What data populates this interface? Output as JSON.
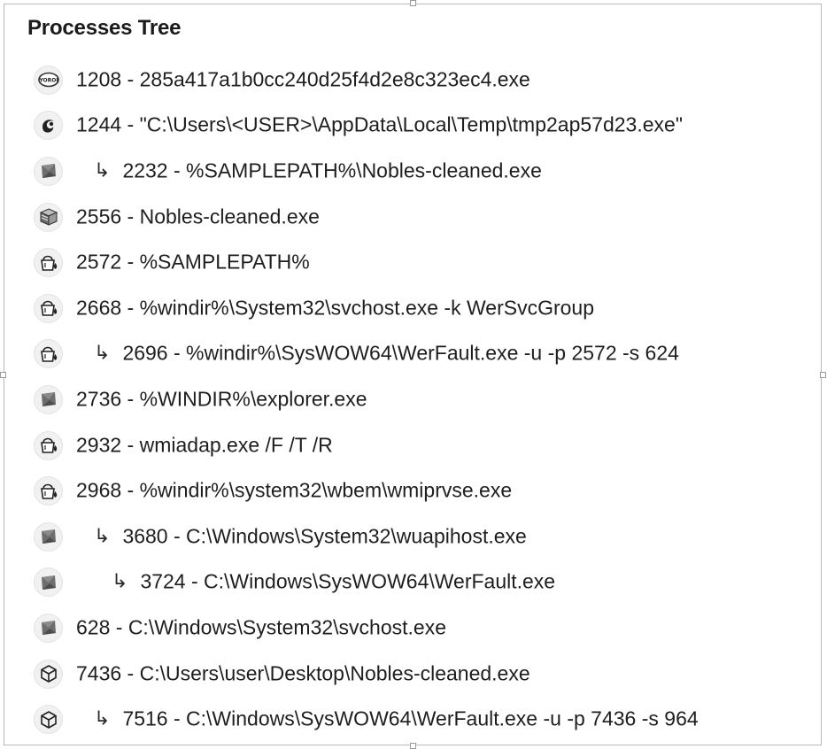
{
  "panel": {
    "title": "Processes Tree"
  },
  "processes": [
    {
      "label": "1208 - 285a417a1b0cc240d25f4d2e8c323ec4.exe",
      "depth": 0,
      "icon": "yoroi-icon"
    },
    {
      "label": "1244 - \"C:\\Users\\<USER>\\AppData\\Local\\Temp\\tmp2ap57d23.exe\"",
      "depth": 0,
      "icon": "swirl-icon"
    },
    {
      "label": "2232 - %SAMPLEPATH%\\Nobles-cleaned.exe",
      "depth": 1,
      "icon": "window-icon"
    },
    {
      "label": "2556 - Nobles-cleaned.exe",
      "depth": 0,
      "icon": "package-icon"
    },
    {
      "label": "2572 - %SAMPLEPATH%",
      "depth": 0,
      "icon": "bucket-icon"
    },
    {
      "label": "2668 - %windir%\\System32\\svchost.exe -k WerSvcGroup",
      "depth": 0,
      "icon": "bucket-icon"
    },
    {
      "label": "2696 - %windir%\\SysWOW64\\WerFault.exe -u -p 2572 -s 624",
      "depth": 1,
      "icon": "bucket-icon"
    },
    {
      "label": "2736 - %WINDIR%\\explorer.exe",
      "depth": 0,
      "icon": "window-icon"
    },
    {
      "label": "2932 - wmiadap.exe /F /T /R",
      "depth": 0,
      "icon": "bucket-icon"
    },
    {
      "label": "2968 - %windir%\\system32\\wbem\\wmiprvse.exe",
      "depth": 0,
      "icon": "bucket-icon"
    },
    {
      "label": "3680 - C:\\Windows\\System32\\wuapihost.exe",
      "depth": 1,
      "icon": "window-icon"
    },
    {
      "label": "3724 - C:\\Windows\\SysWOW64\\WerFault.exe",
      "depth": 2,
      "icon": "window-icon"
    },
    {
      "label": "628 - C:\\Windows\\System32\\svchost.exe",
      "depth": 0,
      "icon": "window-icon"
    },
    {
      "label": "7436 - C:\\Users\\user\\Desktop\\Nobles-cleaned.exe",
      "depth": 0,
      "icon": "cube-icon"
    },
    {
      "label": "7516 - C:\\Windows\\SysWOW64\\WerFault.exe -u -p 7436 -s 964",
      "depth": 1,
      "icon": "cube-icon"
    }
  ],
  "child_marker": "↳",
  "yoroi_badge": "YOROI"
}
